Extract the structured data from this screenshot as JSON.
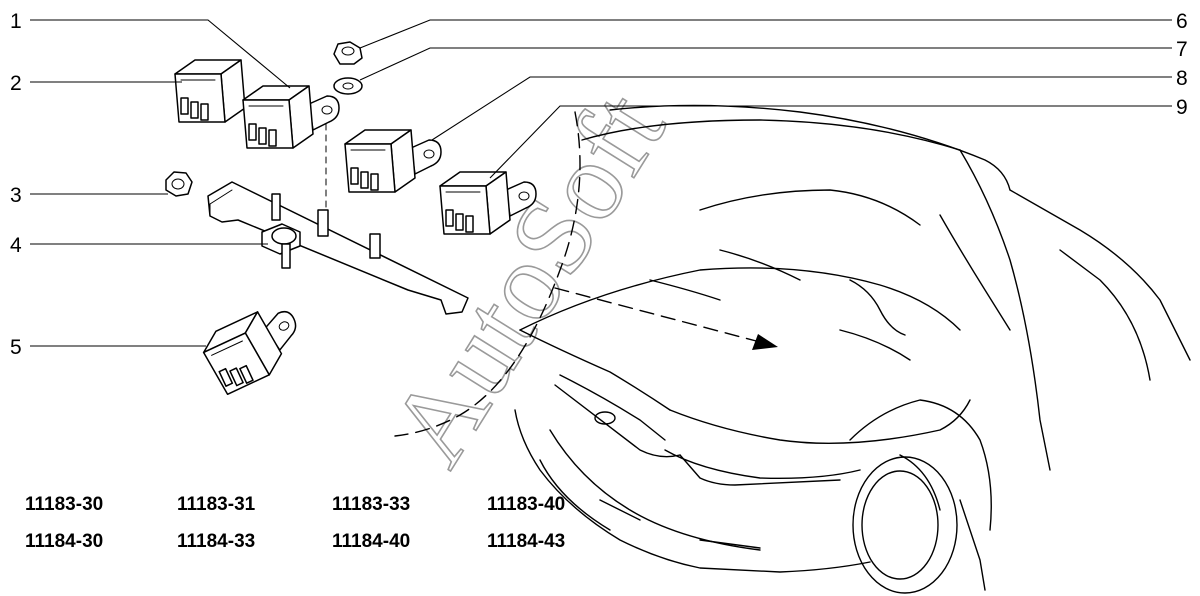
{
  "watermark": "AutoSoft",
  "callouts": [
    {
      "num": "1"
    },
    {
      "num": "2"
    },
    {
      "num": "3"
    },
    {
      "num": "4"
    },
    {
      "num": "5"
    },
    {
      "num": "6"
    },
    {
      "num": "7"
    },
    {
      "num": "8"
    },
    {
      "num": "9"
    }
  ],
  "model_codes": {
    "row1": [
      "11183-30",
      "11183-31",
      "11183-33",
      "11183-40"
    ],
    "row2": [
      "11184-30",
      "11184-33",
      "11184-40",
      "11184-43"
    ]
  }
}
